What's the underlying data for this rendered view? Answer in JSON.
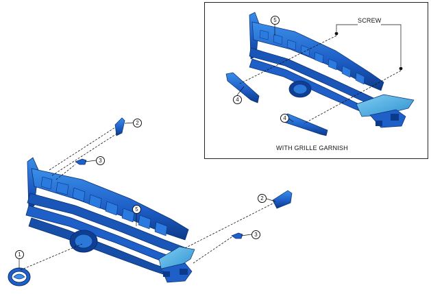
{
  "inset": {
    "screw_label": "SCREW",
    "caption": "WITH GRILLE GARNISH",
    "callouts": [
      "5",
      "4",
      "4"
    ]
  },
  "main": {
    "callouts": [
      "1",
      "2",
      "3",
      "2",
      "3",
      "5"
    ]
  },
  "colors": {
    "part_blue": "#1e5fc8",
    "part_dark": "#0c3a8a",
    "part_light": "#3a8ee8",
    "accent_cyan": "#4fb8e8",
    "line": "#111111"
  }
}
